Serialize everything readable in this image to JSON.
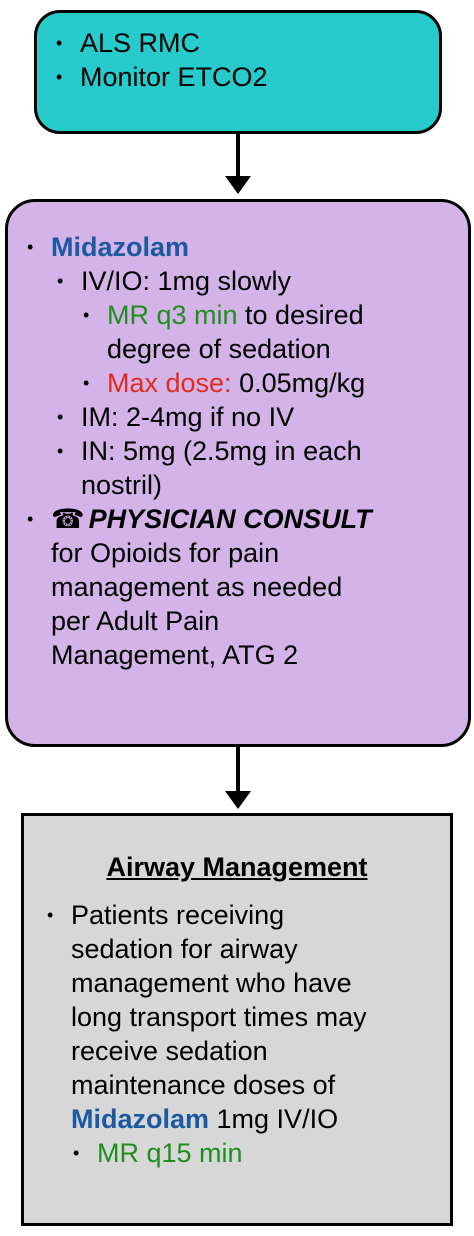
{
  "box1": {
    "items": [
      "ALS RMC",
      "Monitor ETCO2"
    ]
  },
  "box2": {
    "drug": "Midazolam",
    "iv_io": "IV/IO: 1mg slowly",
    "mr_prefix": "MR q3 min",
    "mr_rest_1": " to desired",
    "mr_rest_2": "degree of sedation",
    "max_label": "Max dose:",
    "max_value": " 0.05mg/kg",
    "im": "IM: 2-4mg if no IV",
    "in_1": "IN: 5mg (2.5mg in each",
    "in_2": "nostril)",
    "consult_icon": "☎",
    "consult_label": "PHYSICIAN CONSULT",
    "consult_lines": [
      "for Opioids for pain",
      "management as needed",
      "per Adult Pain",
      "Management, ATG 2"
    ]
  },
  "box3": {
    "title": "Airway Management",
    "text_lines": [
      "Patients receiving",
      "sedation for airway",
      "management who have",
      "long transport times may",
      "receive sedation",
      "maintenance doses of"
    ],
    "drug": "Midazolam",
    "dose": " 1mg IV/IO",
    "mr": "MR q15 min"
  },
  "colors": {
    "box1_fill": "#27cbcb",
    "box2_fill": "#d4b3e8",
    "box3_fill": "#d7d7d7",
    "drug_blue": "#1b5aa0",
    "green": "#1e8f1e",
    "red": "#e02a1e"
  }
}
